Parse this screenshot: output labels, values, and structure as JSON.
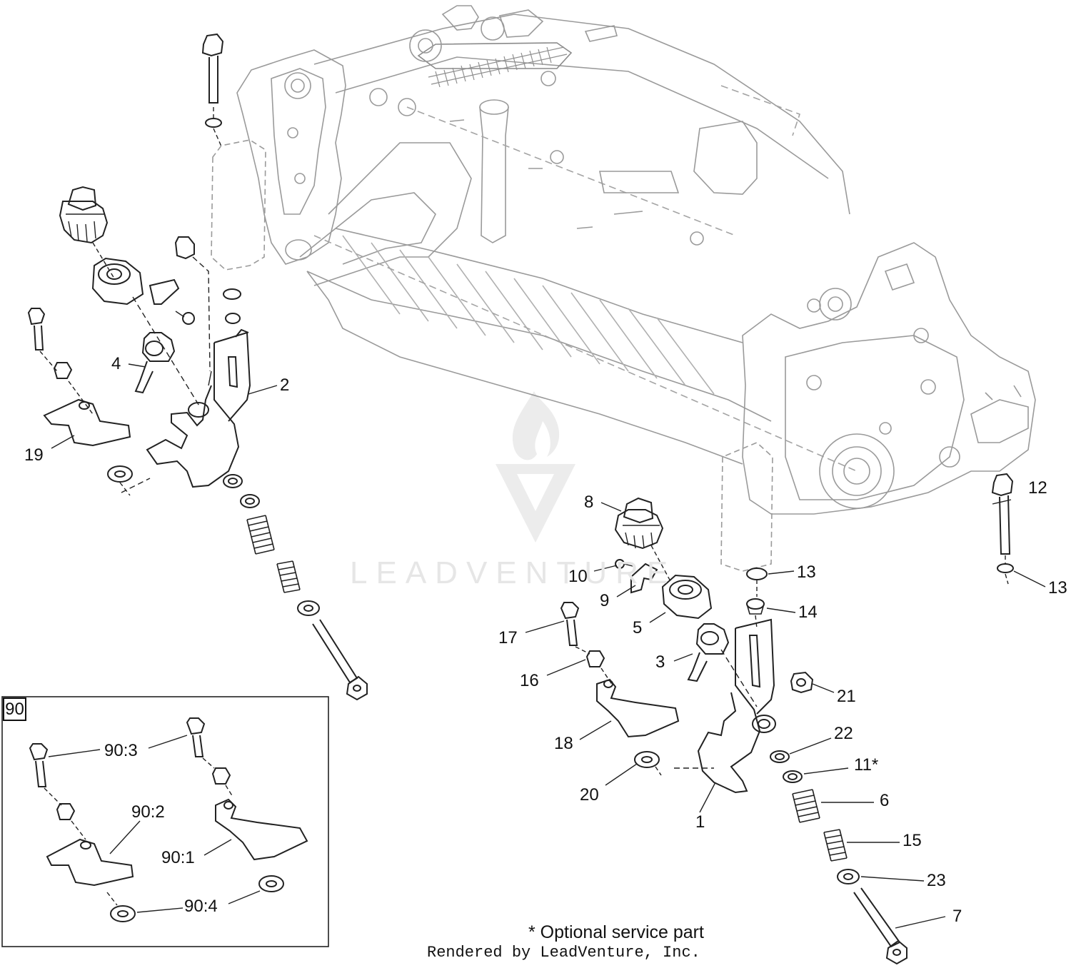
{
  "watermark": "LEADVENTURE",
  "inset": {
    "title": "90"
  },
  "callouts": [
    {
      "id": "c1",
      "text": "1"
    },
    {
      "id": "c2",
      "text": "2"
    },
    {
      "id": "c3",
      "text": "3"
    },
    {
      "id": "c4",
      "text": "4"
    },
    {
      "id": "c5",
      "text": "5"
    },
    {
      "id": "c6",
      "text": "6"
    },
    {
      "id": "c7",
      "text": "7"
    },
    {
      "id": "c8",
      "text": "8"
    },
    {
      "id": "c9",
      "text": "9"
    },
    {
      "id": "c10",
      "text": "10"
    },
    {
      "id": "c11",
      "text": "11*"
    },
    {
      "id": "c12",
      "text": "12"
    },
    {
      "id": "c13a",
      "text": "13"
    },
    {
      "id": "c13b",
      "text": "13"
    },
    {
      "id": "c14",
      "text": "14"
    },
    {
      "id": "c15",
      "text": "15"
    },
    {
      "id": "c16",
      "text": "16"
    },
    {
      "id": "c17",
      "text": "17"
    },
    {
      "id": "c18",
      "text": "18"
    },
    {
      "id": "c19",
      "text": "19"
    },
    {
      "id": "c20",
      "text": "20"
    },
    {
      "id": "c21",
      "text": "21"
    },
    {
      "id": "c22",
      "text": "22"
    },
    {
      "id": "c23",
      "text": "23"
    },
    {
      "id": "c90_3",
      "text": "90:3"
    },
    {
      "id": "c90_2",
      "text": "90:2"
    },
    {
      "id": "c90_1",
      "text": "90:1"
    },
    {
      "id": "c90_4",
      "text": "90:4"
    }
  ],
  "footnote": "* Optional service part",
  "credit": "Rendered by LeadVenture, Inc."
}
